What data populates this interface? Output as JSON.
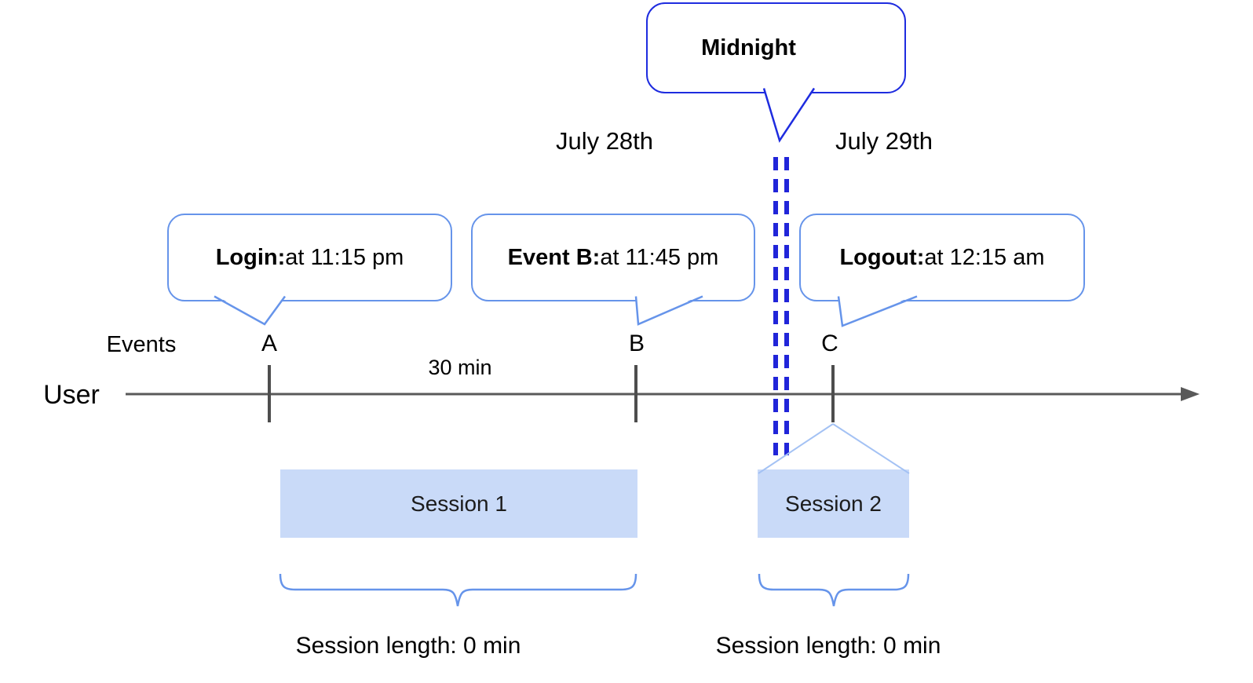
{
  "midnight_callout": {
    "label": "Midnight"
  },
  "dates": {
    "before": "July 28th",
    "after": "July 29th"
  },
  "event_callouts": {
    "login": {
      "title": "Login:",
      "detail": " at 11:15 pm"
    },
    "event_b": {
      "title": "Event B:",
      "detail": " at 11:45 pm"
    },
    "logout": {
      "title": "Logout:",
      "detail": " at 12:15 am"
    }
  },
  "timeline": {
    "row_label": "User",
    "events_label": "Events",
    "interval_label": "30 min",
    "event_markers": [
      "A",
      "B",
      "C"
    ]
  },
  "sessions": [
    {
      "label": "Session 1",
      "length": "Session length: 0 min"
    },
    {
      "label": "Session 2",
      "length": "Session length: 0 min"
    }
  ],
  "colors": {
    "callout_border": "#6694ea",
    "midnight_border": "#1e2cdf",
    "day_divider_dash": "#2125d9",
    "session_fill": "#c9daf8",
    "axis_gray": "#595959",
    "session_connector": "#a4c2f4"
  }
}
